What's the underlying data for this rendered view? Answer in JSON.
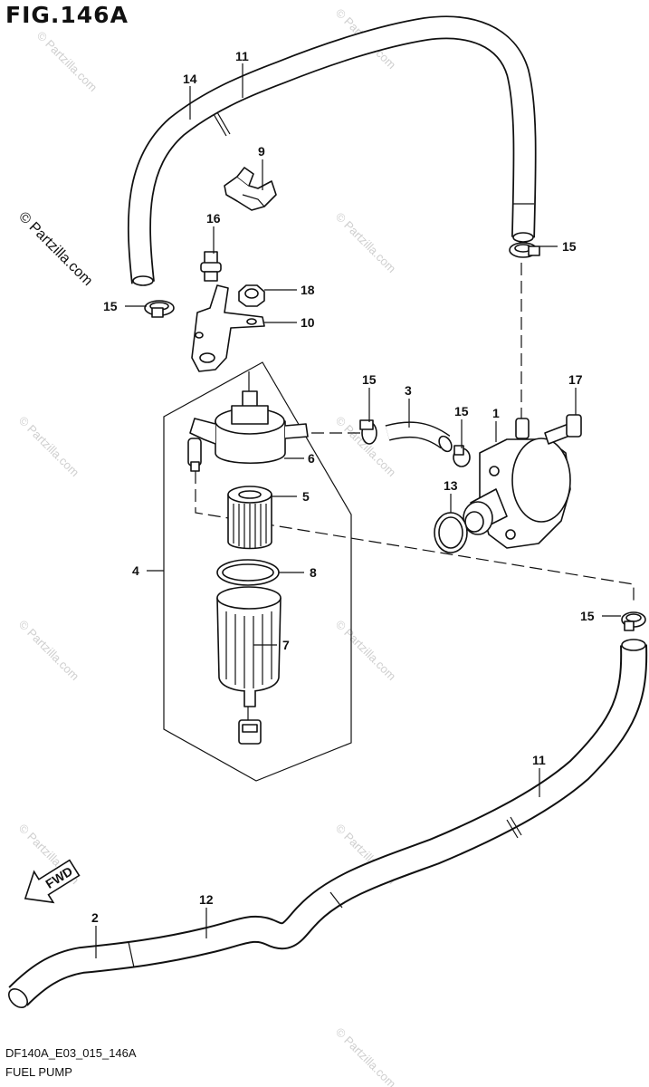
{
  "figure_title": "FIG.146A",
  "footer": {
    "code": "DF140A_E03_015_146A",
    "name": "FUEL PUMP"
  },
  "watermark": "© Partzilla.com",
  "fwd_label": "FWD",
  "callouts": {
    "c14": "14",
    "c11a": "11",
    "c9": "9",
    "c16": "16",
    "c15a": "15",
    "c18": "18",
    "c10": "10",
    "c15b": "15",
    "c15c": "15",
    "c3": "3",
    "c15d": "15",
    "c1": "1",
    "c17": "17",
    "c6": "6",
    "c13": "13",
    "c5": "5",
    "c4": "4",
    "c8": "8",
    "c15e": "15",
    "c7": "7",
    "c11b": "11",
    "c12": "12",
    "c2": "2"
  }
}
